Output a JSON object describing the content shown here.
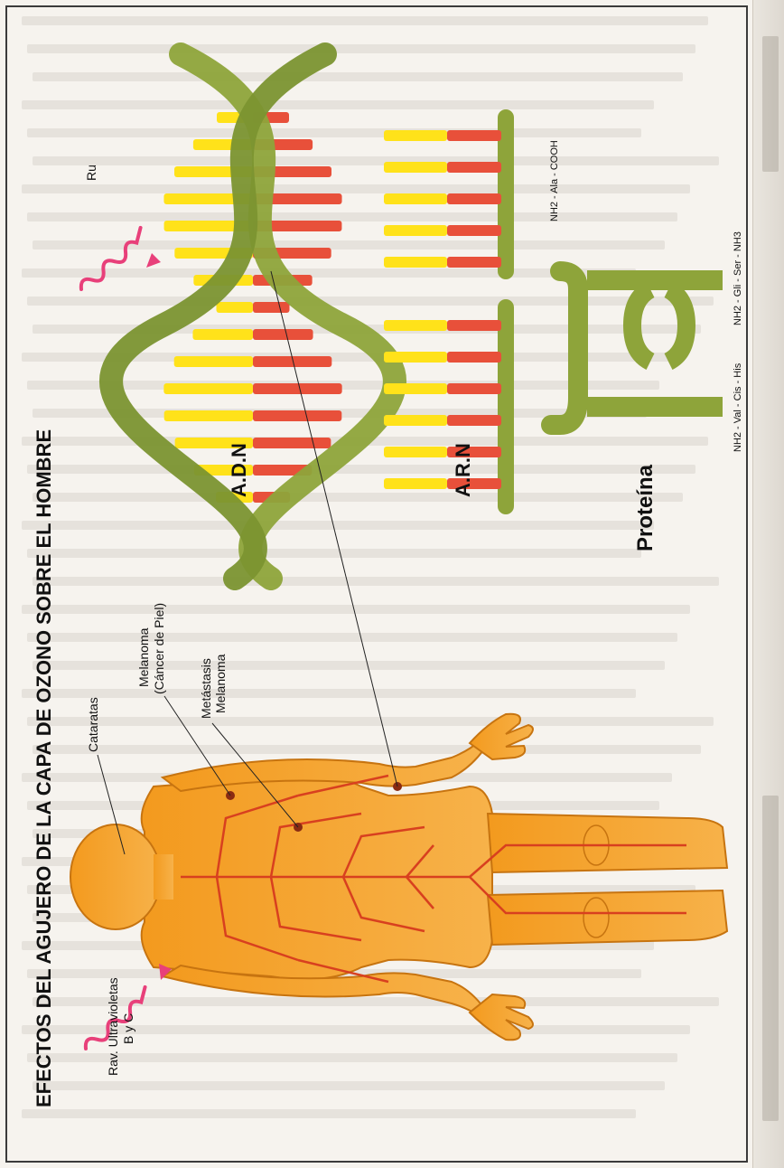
{
  "title": "EFECTOS DEL AGUJERO DE LA CAPA DE OZONO SOBRE EL HOMBRE",
  "radiation": {
    "uv_label_1": "Rav. Ultravioletas",
    "uv_label_2": "B y C",
    "ru_label": "Ru"
  },
  "body_labels": {
    "cataratas": "Cataratas",
    "melanoma_1": "Melanoma",
    "melanoma_2": "(Cáncer de Piel)",
    "metastasis_1": "Metástasis",
    "metastasis_2": "Melanoma"
  },
  "molecules": {
    "adn": "A.D.N",
    "arn": "A.R.N",
    "proteina": "Proteína",
    "protein_segment_1": "NH2 - Ala - COOH",
    "protein_segment_2": "NH2 - Gli - Ser - NH3",
    "protein_segment_3": "NH2 - Val - Cis - His"
  },
  "colors": {
    "orange_body": "#f5a623",
    "dna_backbone": "#8ea43a",
    "base_yellow": "#ffe21a",
    "base_red": "#e8503a",
    "wave_pink": "#e8407a"
  }
}
